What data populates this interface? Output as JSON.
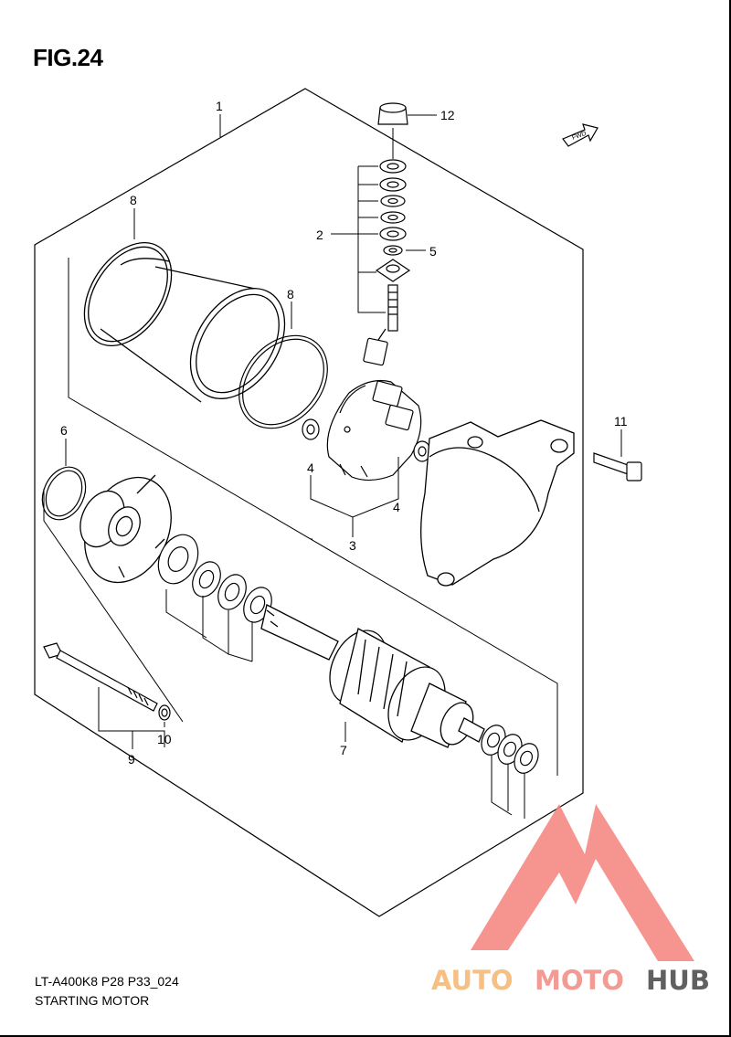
{
  "figure": {
    "title": "FIG.24"
  },
  "footer": {
    "model_code": "LT-A400K8 P28 P33_024",
    "section_name": "STARTING MOTOR"
  },
  "fwd_arrow_label": "FWD",
  "callouts": [
    {
      "id": "c1",
      "label": "1"
    },
    {
      "id": "c2",
      "label": "2"
    },
    {
      "id": "c3",
      "label": "3"
    },
    {
      "id": "c4a",
      "label": "4"
    },
    {
      "id": "c4b",
      "label": "4"
    },
    {
      "id": "c5",
      "label": "5"
    },
    {
      "id": "c6",
      "label": "6"
    },
    {
      "id": "c7",
      "label": "7"
    },
    {
      "id": "c8a",
      "label": "8"
    },
    {
      "id": "c8b",
      "label": "8"
    },
    {
      "id": "c9",
      "label": "9"
    },
    {
      "id": "c10",
      "label": "10"
    },
    {
      "id": "c11",
      "label": "11"
    },
    {
      "id": "c12",
      "label": "12"
    }
  ],
  "watermark": {
    "part1": "AUTO",
    "part2": "MOTO",
    "part3": "HUB",
    "color1": "#f6bf83",
    "color2": "#f29a94",
    "color3": "#606060",
    "logo_color": "#f4837c"
  }
}
